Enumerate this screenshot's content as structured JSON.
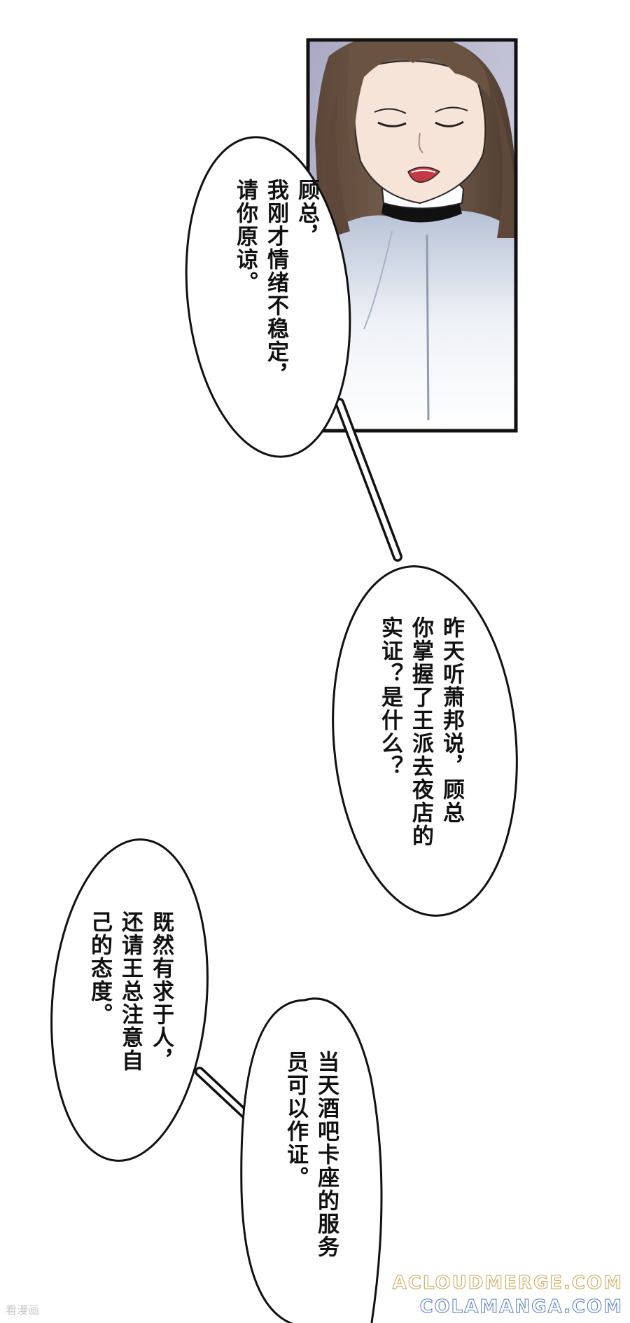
{
  "panel": {
    "character": "woman with long brown hair, eyes closed, white coat with black collar"
  },
  "bubbles": [
    {
      "text": "顾总，\n我刚才情绪不稳定，\n请你原谅。"
    },
    {
      "text": "昨天听萧邦说，顾总\n你掌握了王派去夜店的\n实证？是什么？"
    },
    {
      "text": "既然有求于人，\n还请王总注意自\n己的态度。"
    },
    {
      "text": "当天酒吧卡座的服务\n员可以作证。"
    }
  ],
  "watermarks": {
    "site1": "ACLOUDMERGE.COM",
    "site2": "COLAMANGA.COM",
    "corner": "看漫画"
  }
}
